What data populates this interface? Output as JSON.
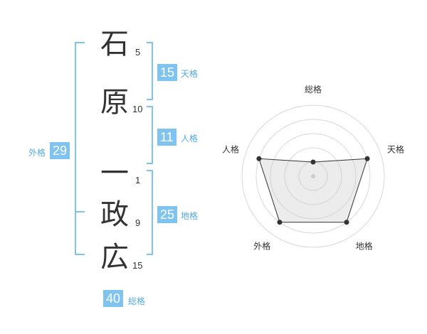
{
  "name": {
    "characters": [
      {
        "char": "石",
        "strokes": "5"
      },
      {
        "char": "原",
        "strokes": "10"
      },
      {
        "char": "一",
        "strokes": "1"
      },
      {
        "char": "政",
        "strokes": "9"
      },
      {
        "char": "広",
        "strokes": "15"
      }
    ]
  },
  "kakusu": {
    "tenkaku": {
      "value": "15",
      "label": "天格"
    },
    "jinkaku": {
      "value": "11",
      "label": "人格"
    },
    "chikaku": {
      "value": "25",
      "label": "地格"
    },
    "gaikaku": {
      "value": "29",
      "label": "外格"
    },
    "soukaku": {
      "value": "40",
      "label": "総格"
    }
  },
  "radar": {
    "axes": [
      "総格",
      "天格",
      "地格",
      "外格",
      "人格"
    ],
    "values": [
      1,
      4,
      4,
      4,
      4
    ],
    "max": 5
  },
  "colors": {
    "accent": "#7fc4f0",
    "label": "#55aadd",
    "text": "#333333"
  }
}
